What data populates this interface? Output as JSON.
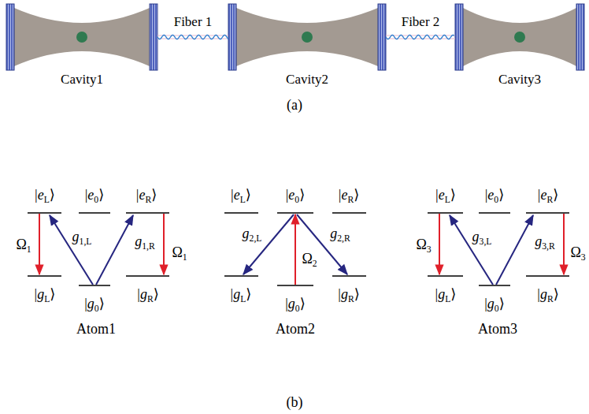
{
  "diagram": {
    "nodes": [
      {
        "text": [
          "Cavity1"
        ]
      },
      {
        "text": [
          "Cavity2"
        ]
      },
      {
        "text": [
          "Cavity3"
        ]
      }
    ],
    "edges": [
      {
        "from": 0,
        "to": 1,
        "label": "Fiber 1",
        "arrow": "none"
      },
      {
        "from": 1,
        "to": 2,
        "label": "Fiber 2",
        "arrow": "none"
      }
    ],
    "labels": [
      "(a)",
      "|eL⟩",
      "|e0⟩",
      "|eR⟩",
      "g1,L",
      "g1,R",
      "Ω1",
      "Ω1",
      "|gL⟩",
      "|g0⟩",
      "|gR⟩",
      "Atom1",
      "|eL⟩",
      "|e0⟩",
      "|eR⟩",
      "g2,L",
      "Ω2",
      "g2,R",
      "|gL⟩",
      "|g0⟩",
      "|gR⟩",
      "Atom2",
      "|eL⟩",
      "|e0⟩",
      "|eR⟩",
      "Ω3",
      "g3,L",
      "g3,R",
      "Ω3",
      "|gL⟩",
      "|g0⟩",
      "|gR⟩",
      "Atom3",
      "(b)"
    ]
  }
}
